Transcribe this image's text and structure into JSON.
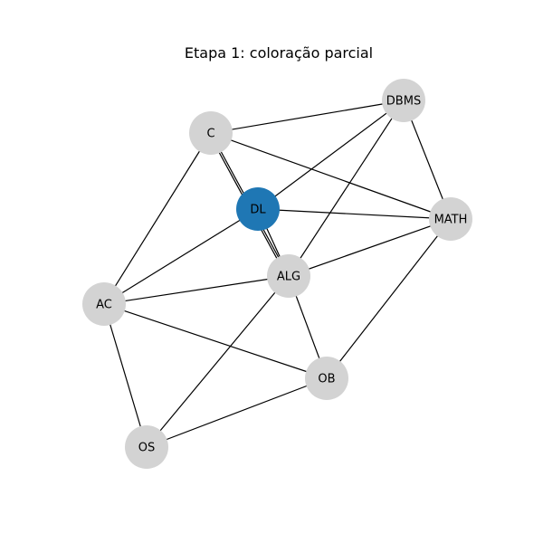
{
  "title": "Etapa 1: coloração parcial",
  "colors": {
    "default_node": "#d3d3d3",
    "colored_node": "#1f77b4",
    "edge": "#000000"
  },
  "nodes": [
    {
      "id": "C",
      "label": "C",
      "color": "default"
    },
    {
      "id": "DBMS",
      "label": "DBMS",
      "color": "default"
    },
    {
      "id": "DL",
      "label": "DL",
      "color": "colored"
    },
    {
      "id": "MATH",
      "label": "MATH",
      "color": "default"
    },
    {
      "id": "ALG",
      "label": "ALG",
      "color": "default"
    },
    {
      "id": "AC",
      "label": "AC",
      "color": "default"
    },
    {
      "id": "OB",
      "label": "OB",
      "color": "default"
    },
    {
      "id": "OS",
      "label": "OS",
      "color": "default"
    }
  ],
  "edges": [
    [
      "C",
      "DBMS"
    ],
    [
      "C",
      "MATH"
    ],
    [
      "C",
      "AC"
    ],
    [
      "C",
      "ALG"
    ],
    [
      "C",
      "ALG"
    ],
    [
      "DBMS",
      "DL"
    ],
    [
      "DBMS",
      "ALG"
    ],
    [
      "DBMS",
      "MATH"
    ],
    [
      "DL",
      "MATH"
    ],
    [
      "DL",
      "AC"
    ],
    [
      "DL",
      "ALG"
    ],
    [
      "MATH",
      "ALG"
    ],
    [
      "MATH",
      "OB"
    ],
    [
      "ALG",
      "AC"
    ],
    [
      "ALG",
      "OB"
    ],
    [
      "ALG",
      "OS"
    ],
    [
      "AC",
      "OB"
    ],
    [
      "AC",
      "OS"
    ],
    [
      "OB",
      "OS"
    ]
  ]
}
